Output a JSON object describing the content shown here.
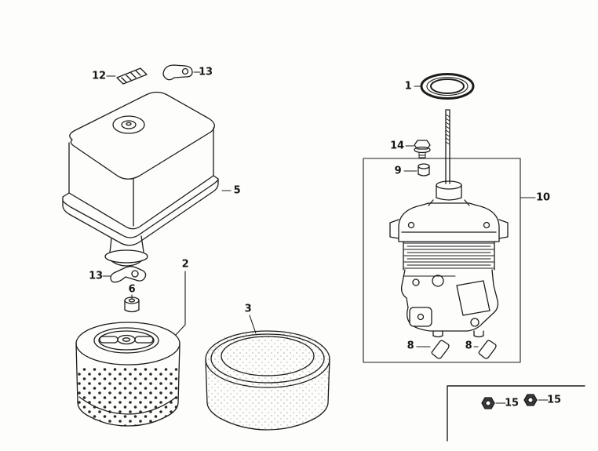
{
  "diagram": {
    "ink_color": "#1c1c1c",
    "paper_color": "#fdfdfb",
    "callouts": [
      {
        "id": "12",
        "label": "12"
      },
      {
        "id": "13-top",
        "label": "13"
      },
      {
        "id": "5",
        "label": "5"
      },
      {
        "id": "13-bottom",
        "label": "13"
      },
      {
        "id": "6",
        "label": "6"
      },
      {
        "id": "2",
        "label": "2"
      },
      {
        "id": "3",
        "label": "3"
      },
      {
        "id": "1",
        "label": "1"
      },
      {
        "id": "14",
        "label": "14"
      },
      {
        "id": "9",
        "label": "9"
      },
      {
        "id": "10",
        "label": "10"
      },
      {
        "id": "8-left",
        "label": "8"
      },
      {
        "id": "8-right",
        "label": "8"
      },
      {
        "id": "15-left",
        "label": "15"
      },
      {
        "id": "15-right",
        "label": "15"
      }
    ]
  }
}
